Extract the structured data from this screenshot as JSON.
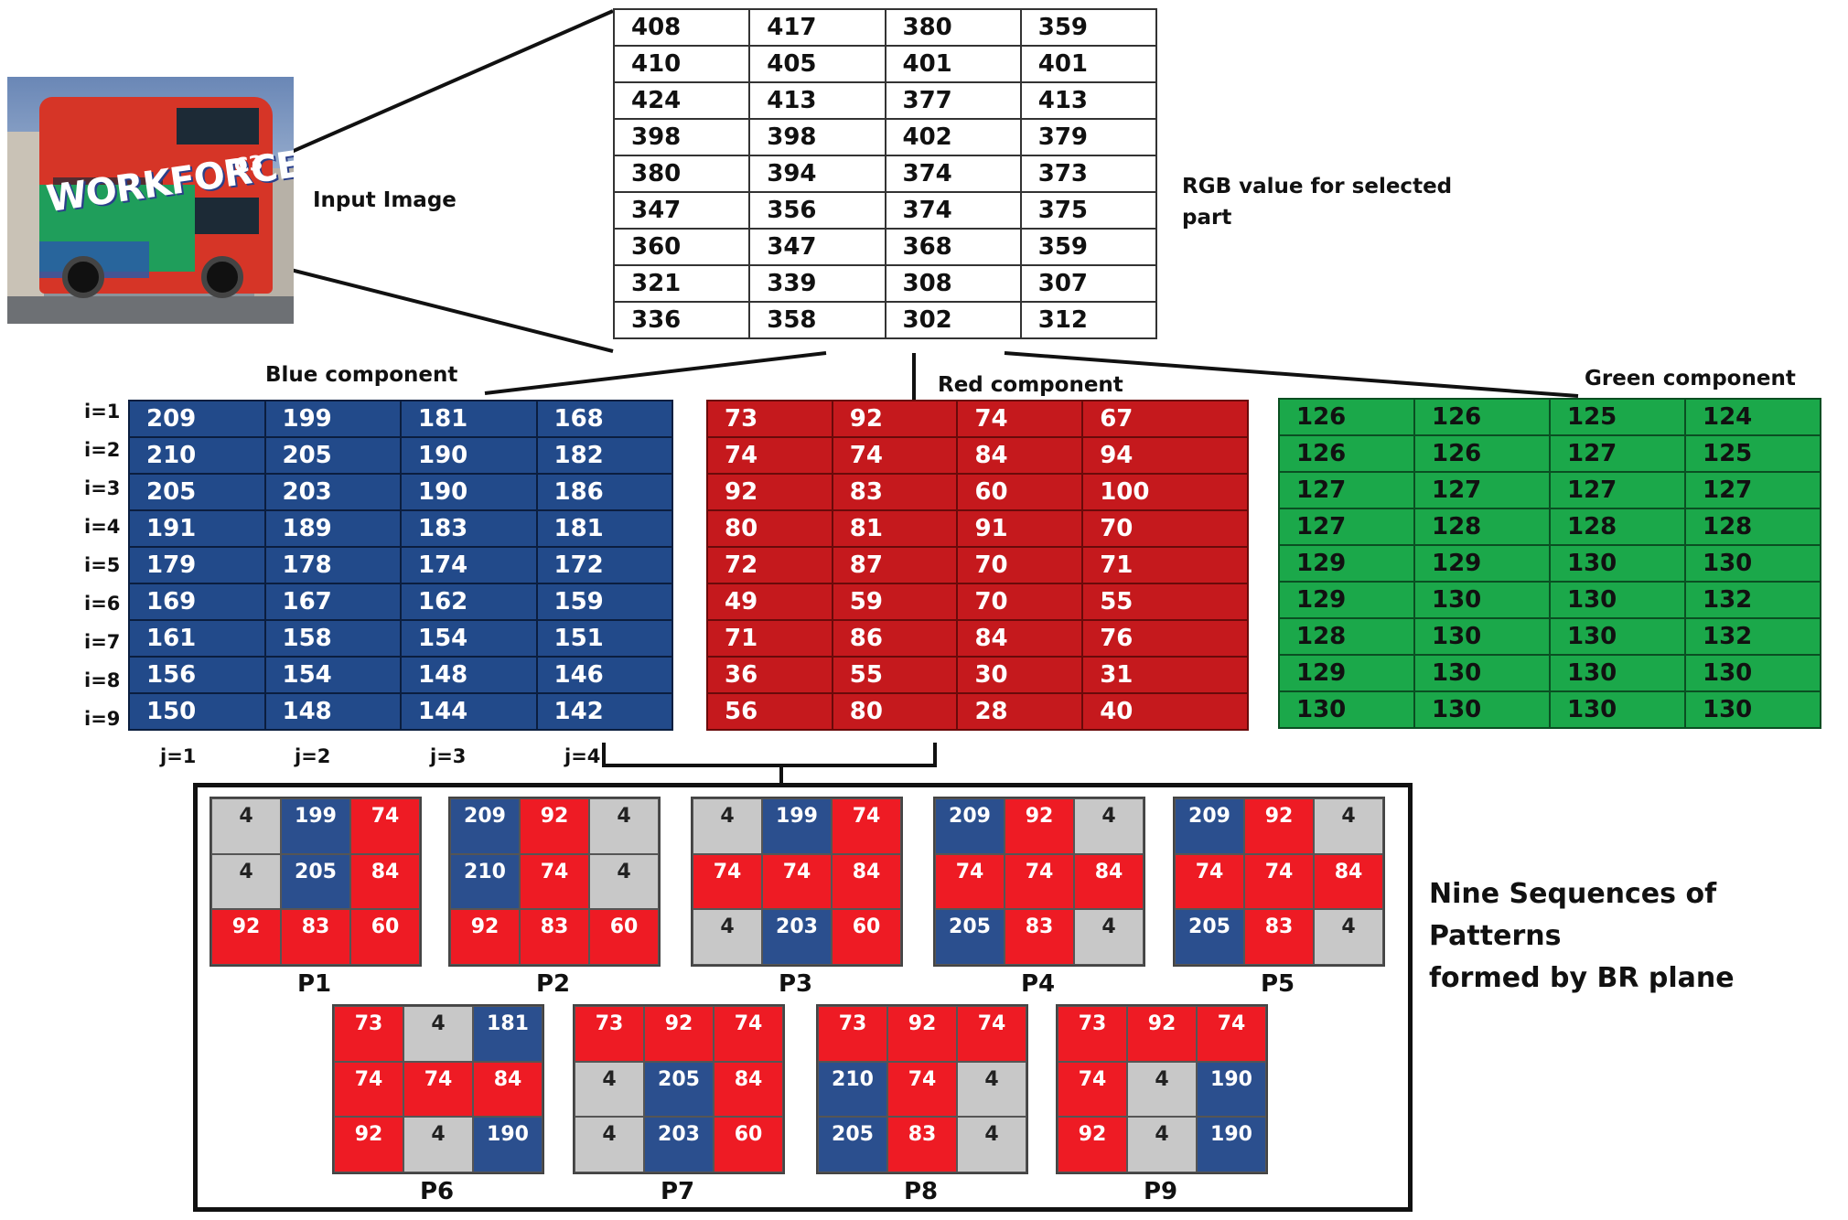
{
  "colors": {
    "blue": "#224a8a",
    "red": "#c5191d",
    "green": "#1ba84a",
    "pattern_blue": "#2b4f8e",
    "pattern_red": "#ee1b24",
    "pattern_gray": "#c8c8c8"
  },
  "input_image": {
    "label": "Input Image",
    "text_main": "WORK",
    "text_secondary": "FORCE",
    "route_code": "C3"
  },
  "rgb": {
    "caption_line1": "RGB value for selected",
    "caption_line2": "part",
    "rows": [
      [
        "408",
        "417",
        "380",
        "359"
      ],
      [
        "410",
        "405",
        "401",
        "401"
      ],
      [
        "424",
        "413",
        "377",
        "413"
      ],
      [
        "398",
        "398",
        "402",
        "379"
      ],
      [
        "380",
        "394",
        "374",
        "373"
      ],
      [
        "347",
        "356",
        "374",
        "375"
      ],
      [
        "360",
        "347",
        "368",
        "359"
      ],
      [
        "321",
        "339",
        "308",
        "307"
      ],
      [
        "336",
        "358",
        "302",
        "312"
      ]
    ]
  },
  "blue": {
    "title": "Blue component",
    "rows": [
      [
        "209",
        "199",
        "181",
        "168"
      ],
      [
        "210",
        "205",
        "190",
        "182"
      ],
      [
        "205",
        "203",
        "190",
        "186"
      ],
      [
        "191",
        "189",
        "183",
        "181"
      ],
      [
        "179",
        "178",
        "174",
        "172"
      ],
      [
        "169",
        "167",
        "162",
        "159"
      ],
      [
        "161",
        "158",
        "154",
        "151"
      ],
      [
        "156",
        "154",
        "148",
        "146"
      ],
      [
        "150",
        "148",
        "144",
        "142"
      ]
    ]
  },
  "red": {
    "title": "Red component",
    "rows": [
      [
        "73",
        "92",
        "74",
        "67"
      ],
      [
        "74",
        "74",
        "84",
        "94"
      ],
      [
        "92",
        "83",
        "60",
        "100"
      ],
      [
        "80",
        "81",
        "91",
        "70"
      ],
      [
        "72",
        "87",
        "70",
        "71"
      ],
      [
        "49",
        "59",
        "70",
        "55"
      ],
      [
        "71",
        "86",
        "84",
        "76"
      ],
      [
        "36",
        "55",
        "30",
        "31"
      ],
      [
        "56",
        "80",
        "28",
        "40"
      ]
    ]
  },
  "green": {
    "title": "Green component",
    "rows": [
      [
        "126",
        "126",
        "125",
        "124"
      ],
      [
        "126",
        "126",
        "127",
        "125"
      ],
      [
        "127",
        "127",
        "127",
        "127"
      ],
      [
        "127",
        "128",
        "128",
        "128"
      ],
      [
        "129",
        "129",
        "130",
        "130"
      ],
      [
        "129",
        "130",
        "130",
        "132"
      ],
      [
        "128",
        "130",
        "130",
        "132"
      ],
      [
        "129",
        "130",
        "130",
        "130"
      ],
      [
        "130",
        "130",
        "130",
        "130"
      ]
    ]
  },
  "row_labels": [
    "i=1",
    "i=2",
    "i=3",
    "i=4",
    "i=5",
    "i=6",
    "i=7",
    "i=8",
    "i=9"
  ],
  "col_labels": [
    "j=1",
    "j=2",
    "j=3",
    "j=4"
  ],
  "patterns_caption_line1": "Nine Sequences of Patterns",
  "patterns_caption_line2": "formed by BR plane",
  "patterns": [
    {
      "label": "P1",
      "cells": [
        [
          "4",
          "g"
        ],
        [
          "199",
          "b"
        ],
        [
          "74",
          "r"
        ],
        [
          "4",
          "g"
        ],
        [
          "205",
          "b"
        ],
        [
          "84",
          "r"
        ],
        [
          "92",
          "r"
        ],
        [
          "83",
          "r"
        ],
        [
          "60",
          "r"
        ]
      ]
    },
    {
      "label": "P2",
      "cells": [
        [
          "209",
          "b"
        ],
        [
          "92",
          "r"
        ],
        [
          "4",
          "g"
        ],
        [
          "210",
          "b"
        ],
        [
          "74",
          "r"
        ],
        [
          "4",
          "g"
        ],
        [
          "92",
          "r"
        ],
        [
          "83",
          "r"
        ],
        [
          "60",
          "r"
        ]
      ]
    },
    {
      "label": "P3",
      "cells": [
        [
          "4",
          "g"
        ],
        [
          "199",
          "b"
        ],
        [
          "74",
          "r"
        ],
        [
          "74",
          "r"
        ],
        [
          "74",
          "r"
        ],
        [
          "84",
          "r"
        ],
        [
          "4",
          "g"
        ],
        [
          "203",
          "b"
        ],
        [
          "60",
          "r"
        ]
      ]
    },
    {
      "label": "P4",
      "cells": [
        [
          "209",
          "b"
        ],
        [
          "92",
          "r"
        ],
        [
          "4",
          "g"
        ],
        [
          "74",
          "r"
        ],
        [
          "74",
          "r"
        ],
        [
          "84",
          "r"
        ],
        [
          "205",
          "b"
        ],
        [
          "83",
          "r"
        ],
        [
          "4",
          "g"
        ]
      ]
    },
    {
      "label": "P5",
      "cells": [
        [
          "209",
          "b"
        ],
        [
          "92",
          "r"
        ],
        [
          "4",
          "g"
        ],
        [
          "74",
          "r"
        ],
        [
          "74",
          "r"
        ],
        [
          "84",
          "r"
        ],
        [
          "205",
          "b"
        ],
        [
          "83",
          "r"
        ],
        [
          "4",
          "g"
        ]
      ]
    },
    {
      "label": "P6",
      "cells": [
        [
          "73",
          "r"
        ],
        [
          "4",
          "g"
        ],
        [
          "181",
          "b"
        ],
        [
          "74",
          "r"
        ],
        [
          "74",
          "r"
        ],
        [
          "84",
          "r"
        ],
        [
          "92",
          "r"
        ],
        [
          "4",
          "g"
        ],
        [
          "190",
          "b"
        ]
      ]
    },
    {
      "label": "P7",
      "cells": [
        [
          "73",
          "r"
        ],
        [
          "92",
          "r"
        ],
        [
          "74",
          "r"
        ],
        [
          "4",
          "g"
        ],
        [
          "205",
          "b"
        ],
        [
          "84",
          "r"
        ],
        [
          "4",
          "g"
        ],
        [
          "203",
          "b"
        ],
        [
          "60",
          "r"
        ]
      ]
    },
    {
      "label": "P8",
      "cells": [
        [
          "73",
          "r"
        ],
        [
          "92",
          "r"
        ],
        [
          "74",
          "r"
        ],
        [
          "210",
          "b"
        ],
        [
          "74",
          "r"
        ],
        [
          "4",
          "g"
        ],
        [
          "205",
          "b"
        ],
        [
          "83",
          "r"
        ],
        [
          "4",
          "g"
        ]
      ]
    },
    {
      "label": "P9",
      "cells": [
        [
          "73",
          "r"
        ],
        [
          "92",
          "r"
        ],
        [
          "74",
          "r"
        ],
        [
          "74",
          "r"
        ],
        [
          "4",
          "g"
        ],
        [
          "190",
          "b"
        ],
        [
          "92",
          "r"
        ],
        [
          "4",
          "g"
        ],
        [
          "190",
          "b"
        ]
      ]
    }
  ]
}
